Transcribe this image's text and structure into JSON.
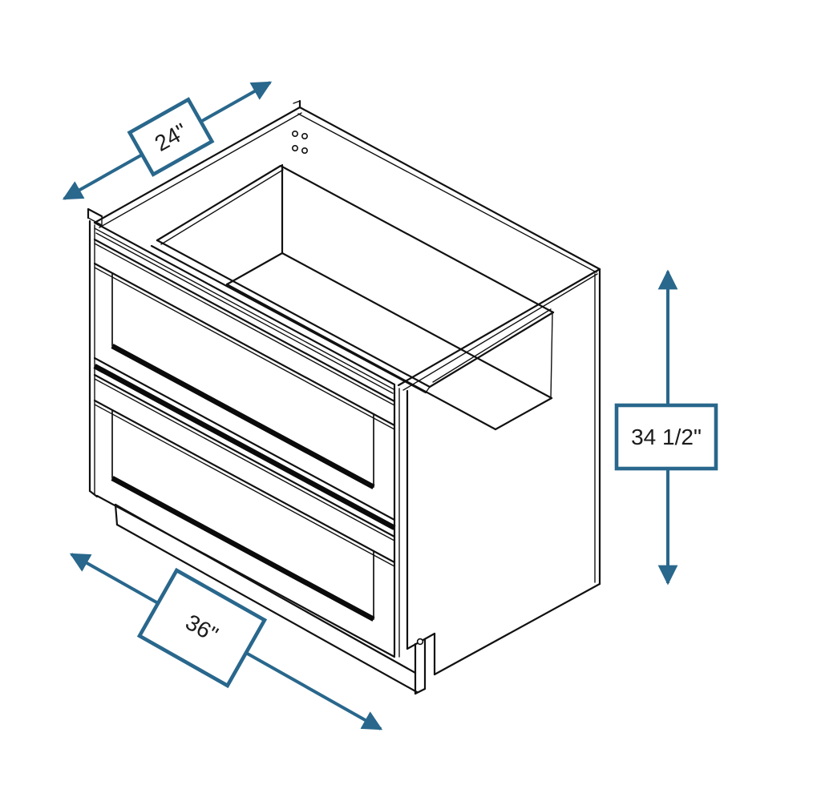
{
  "annotations": {
    "depth": {
      "label": "24\""
    },
    "width": {
      "label": "36\""
    },
    "height": {
      "label": "34 1/2\""
    }
  },
  "colors": {
    "dimension_accent": "#29678C",
    "line_art": "#111111",
    "background": "#ffffff"
  }
}
